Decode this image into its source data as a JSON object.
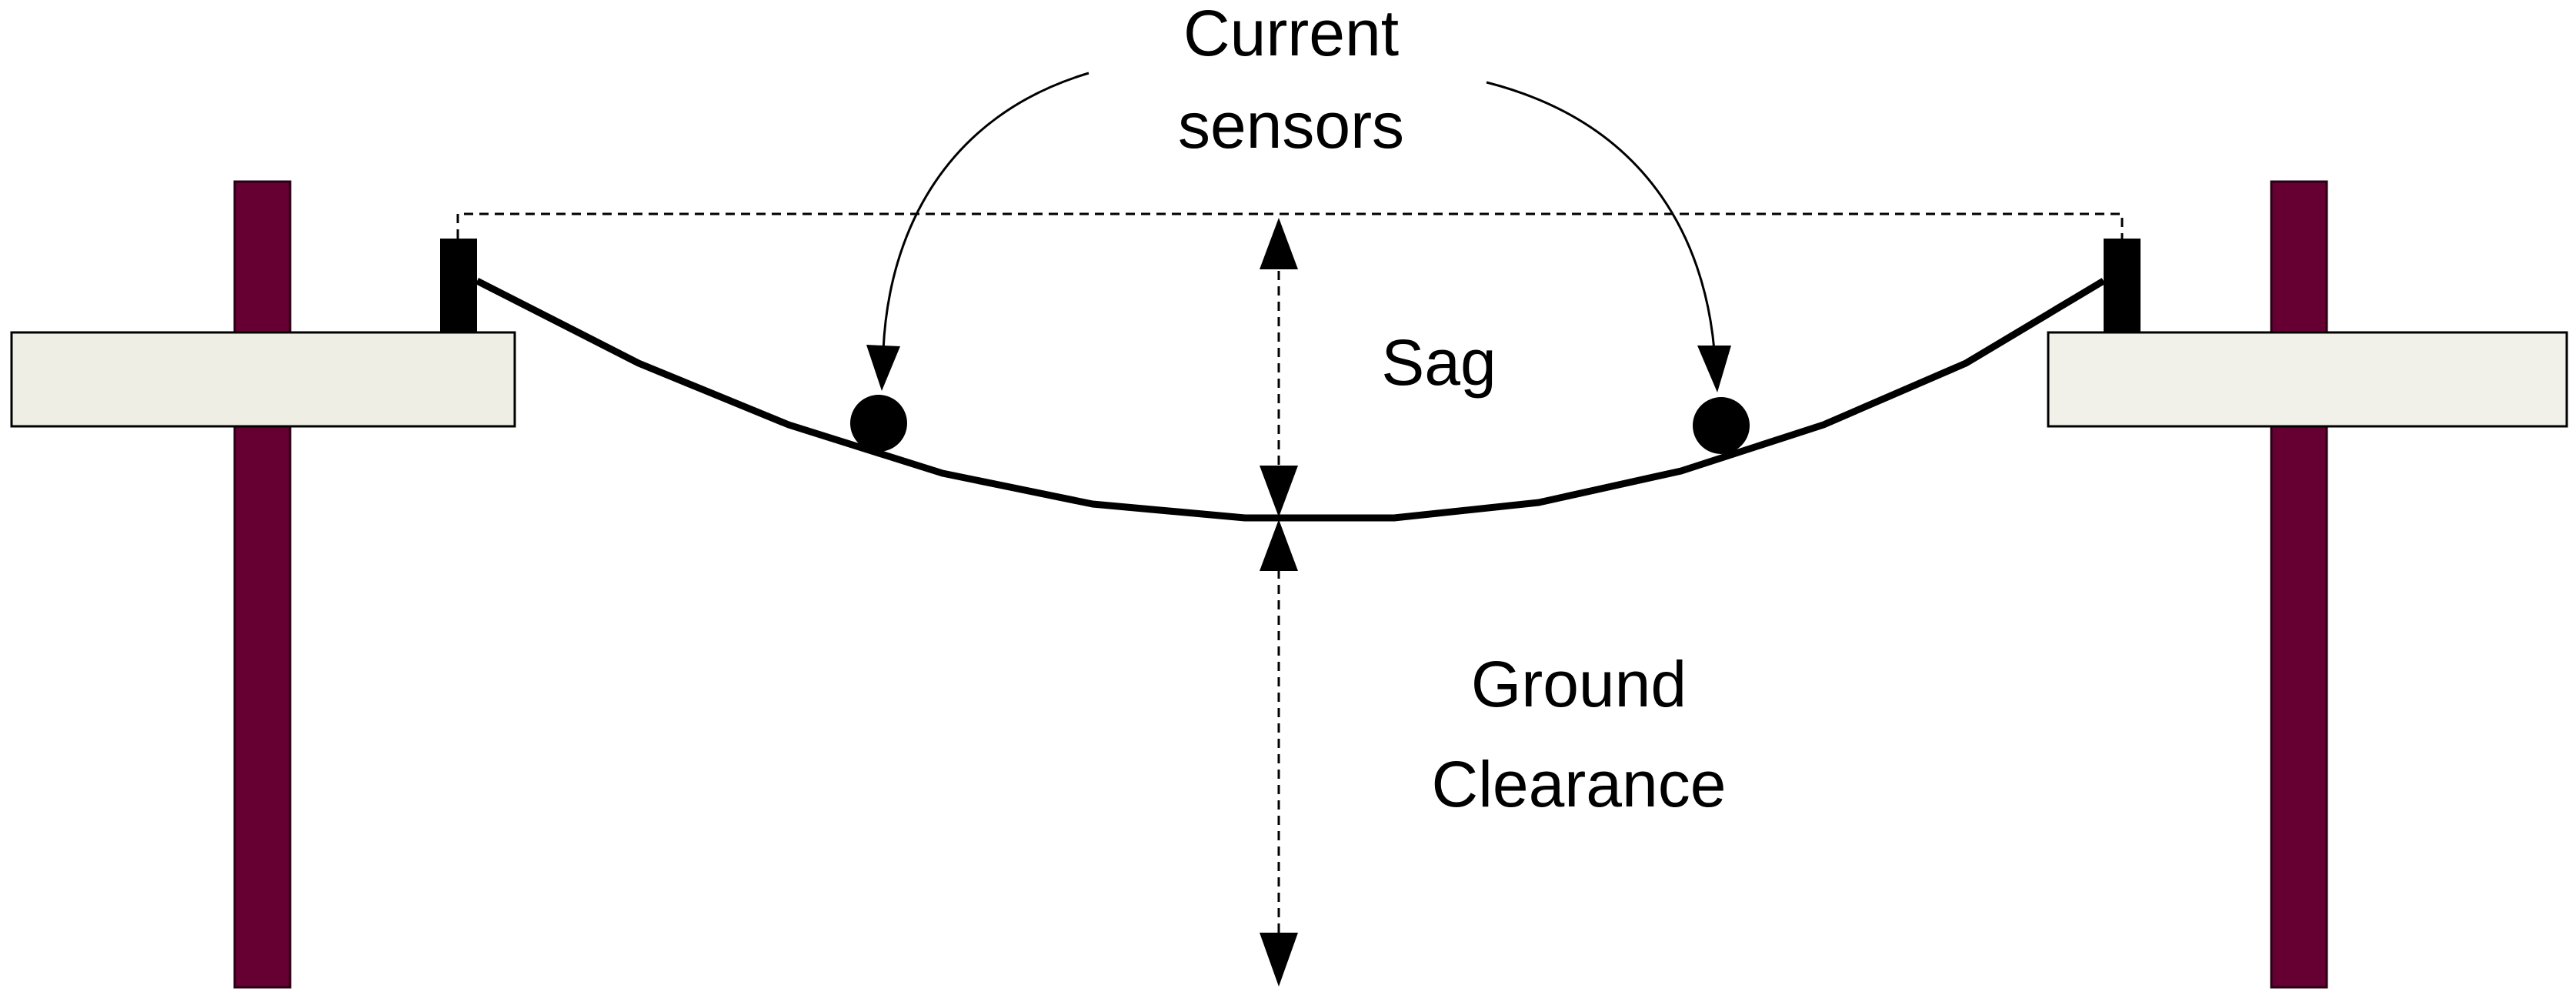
{
  "labels": {
    "current_sensors_line1": "Current",
    "current_sensors_line2": "sensors",
    "sag": "Sag",
    "ground_clearance_line1": "Ground",
    "ground_clearance_line2": "Clearance"
  },
  "colors": {
    "pole": "#660033",
    "crossarm_fill": "#eeeee4",
    "line": "#000000",
    "background": "#ffffff"
  }
}
